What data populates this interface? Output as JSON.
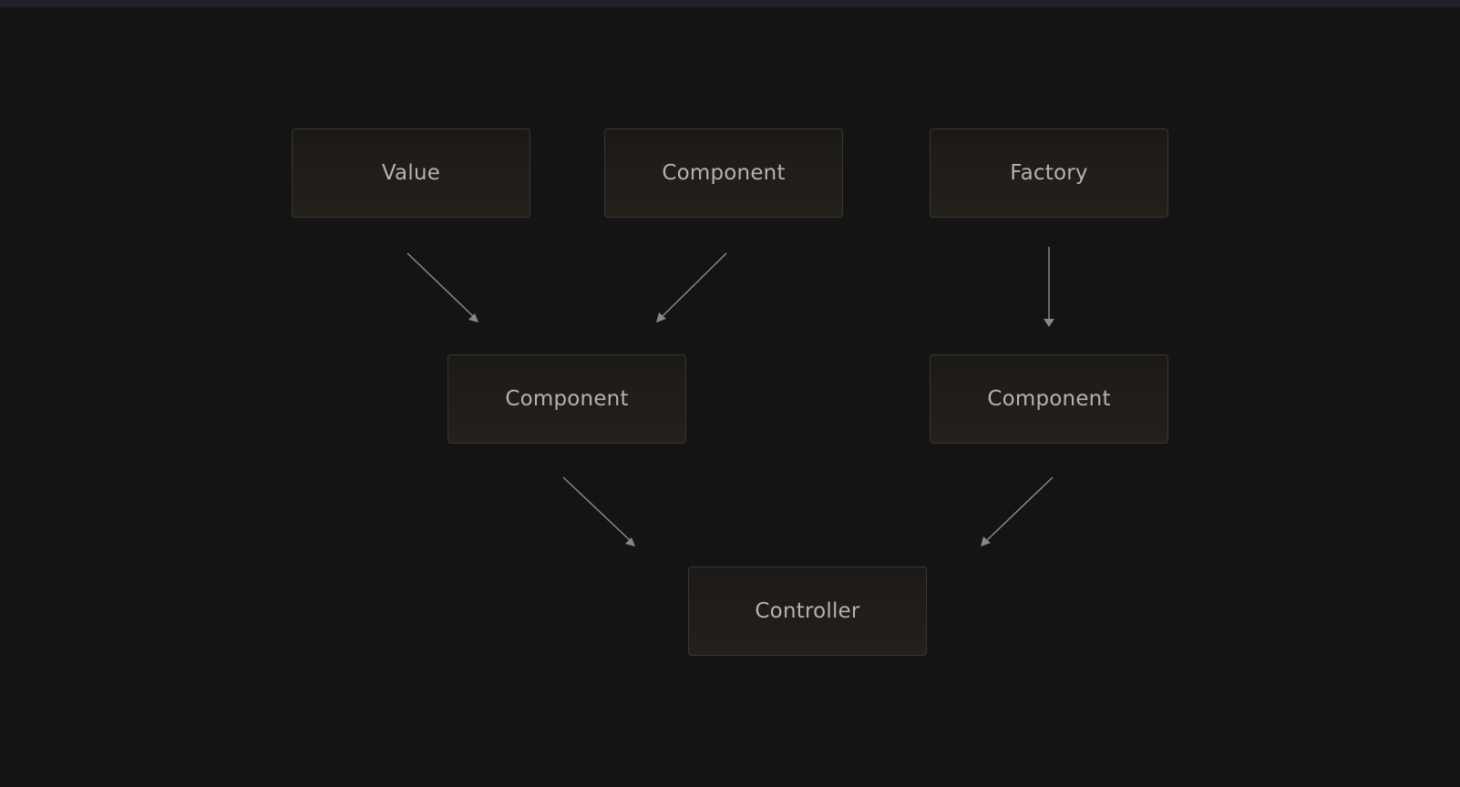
{
  "diagram": {
    "nodes": {
      "value": "Value",
      "component_top": "Component",
      "factory": "Factory",
      "component_mid_left": "Component",
      "component_mid_right": "Component",
      "controller": "Controller"
    },
    "edges": [
      {
        "from": "value",
        "to": "component_mid_left"
      },
      {
        "from": "component_top",
        "to": "component_mid_left"
      },
      {
        "from": "factory",
        "to": "component_mid_right"
      },
      {
        "from": "component_mid_left",
        "to": "controller"
      },
      {
        "from": "component_mid_right",
        "to": "controller"
      }
    ],
    "colors": {
      "background": "#141414",
      "node_fill": "#211e1b",
      "node_border": "#3a3630",
      "text": "#b7b2aa",
      "arrow": "#8d8780"
    }
  }
}
